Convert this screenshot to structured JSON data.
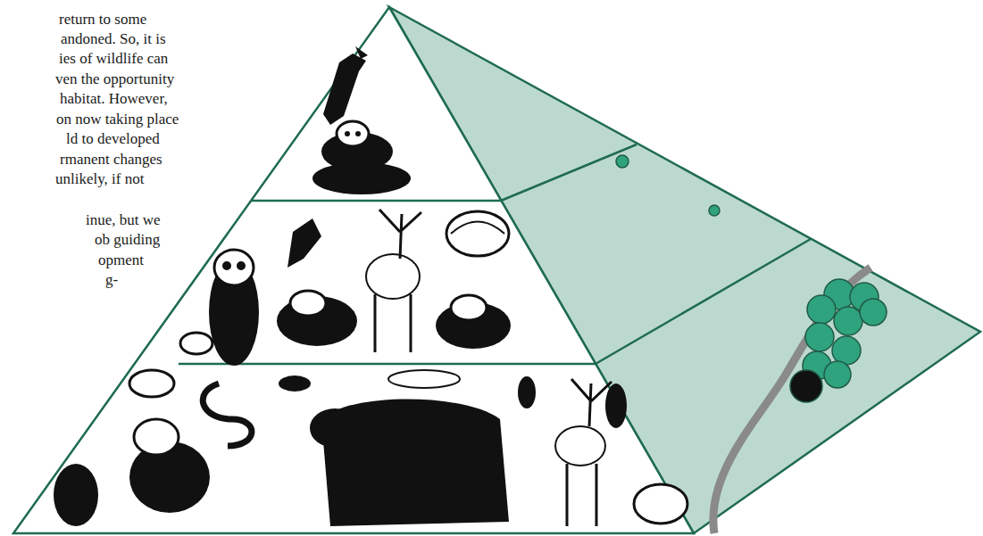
{
  "diagram": {
    "labels": [
      "return to some",
      "andoned.  So, it is",
      "ies of wildlife can",
      "ven the opportunity",
      "habitat.  However,",
      "on now taking place",
      "ld to developed",
      "rmanent changes",
      "unlikely, if not",
      "inue, but we",
      "ob guiding",
      "opment",
      "g-"
    ]
  }
}
